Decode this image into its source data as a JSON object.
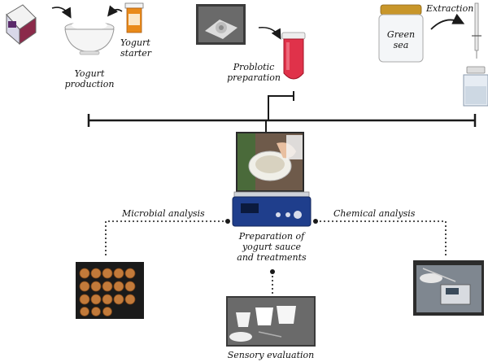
{
  "labels": {
    "yogurt_production": [
      "Yogurt",
      "production"
    ],
    "yogurt_starter": [
      "Yogurt",
      "starter"
    ],
    "probiotic_preparation": [
      "Problotic",
      "preparation"
    ],
    "extraction": "Extraction",
    "green_sea": [
      "Green",
      "sea"
    ],
    "microbial_analysis": "Microbial analysis",
    "chemical_analysis": "Chemical analysis",
    "preparation_treatments": [
      "Preparation of",
      "yogurt sauce",
      "and treatments"
    ],
    "sensory_evaluation": "Sensory evaluation"
  },
  "colors": {
    "line": "#1a1a1a",
    "probiotic_liquid": "#e0324a",
    "bottle_orange": "#e98a1a",
    "jar_lid": "#c8962a",
    "scale_blue": "#1f3e8c"
  }
}
